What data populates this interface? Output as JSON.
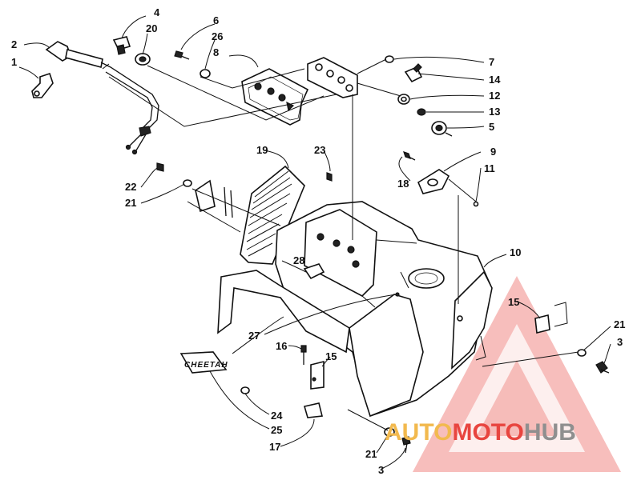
{
  "diagram": {
    "part_labels": [
      {
        "id": "p2",
        "text": "2"
      },
      {
        "id": "p1",
        "text": "1"
      },
      {
        "id": "p4",
        "text": "4"
      },
      {
        "id": "p20",
        "text": "20"
      },
      {
        "id": "p6",
        "text": "6"
      },
      {
        "id": "p26",
        "text": "26"
      },
      {
        "id": "p8",
        "text": "8"
      },
      {
        "id": "p7",
        "text": "7"
      },
      {
        "id": "p14",
        "text": "14"
      },
      {
        "id": "p12",
        "text": "12"
      },
      {
        "id": "p13",
        "text": "13"
      },
      {
        "id": "p5",
        "text": "5"
      },
      {
        "id": "p9",
        "text": "9"
      },
      {
        "id": "p11",
        "text": "11"
      },
      {
        "id": "p18",
        "text": "18"
      },
      {
        "id": "p19",
        "text": "19"
      },
      {
        "id": "p23",
        "text": "23"
      },
      {
        "id": "p22",
        "text": "22"
      },
      {
        "id": "p21a",
        "text": "21"
      },
      {
        "id": "p10",
        "text": "10"
      },
      {
        "id": "p28",
        "text": "28"
      },
      {
        "id": "p15a",
        "text": "15"
      },
      {
        "id": "p21b",
        "text": "21"
      },
      {
        "id": "p3a",
        "text": "3"
      },
      {
        "id": "p27",
        "text": "27"
      },
      {
        "id": "p16",
        "text": "16"
      },
      {
        "id": "p15b",
        "text": "15"
      },
      {
        "id": "p24",
        "text": "24"
      },
      {
        "id": "p25",
        "text": "25"
      },
      {
        "id": "p17",
        "text": "17"
      },
      {
        "id": "p21c",
        "text": "21"
      },
      {
        "id": "p3b",
        "text": "3"
      }
    ],
    "nameplate_text": "CHEETAH"
  },
  "watermark": {
    "part1": "AUTO",
    "part2": "MOTO",
    "part3": "HUB",
    "color_auto": "#f2b94e",
    "color_moto": "#e8453f",
    "color_hub": "#8f8f8f"
  }
}
